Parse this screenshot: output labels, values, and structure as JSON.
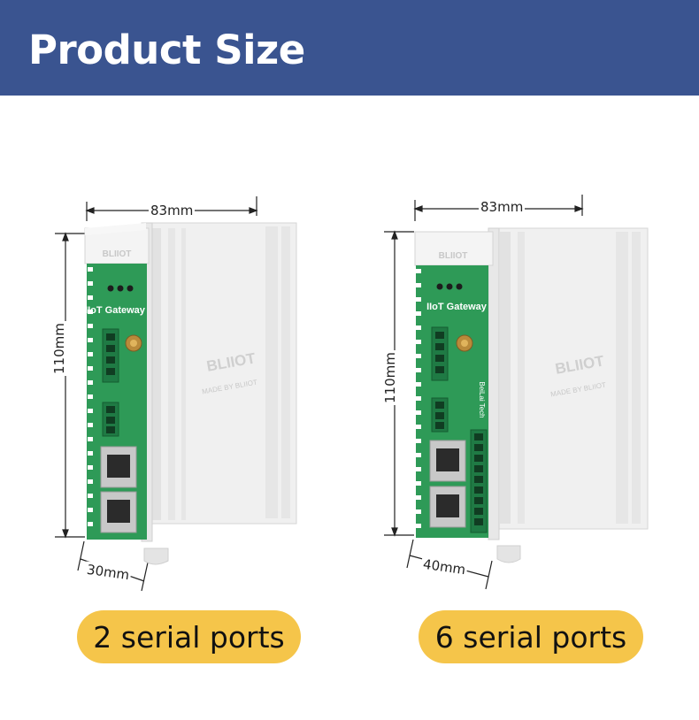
{
  "header": {
    "title": "Product Size"
  },
  "products": [
    {
      "width_label": "83mm",
      "height_label": "110mm",
      "depth_label": "30mm",
      "caption": "2 serial ports",
      "brand": "BLIIOT",
      "panel_title": "IIoT Gateway",
      "case_text": "MADE BY BLIIOT"
    },
    {
      "width_label": "83mm",
      "height_label": "110mm",
      "depth_label": "40mm",
      "caption": "6 serial ports",
      "brand": "BLIIOT",
      "panel_title": "IIoT Gateway",
      "case_text": "MADE BY BLIIOT",
      "side_text": "BeiLai Tech"
    }
  ],
  "colors": {
    "banner": "#3a5490",
    "pill": "#f5c54a",
    "pcb": "#2e9a57",
    "case": "#efefef"
  }
}
